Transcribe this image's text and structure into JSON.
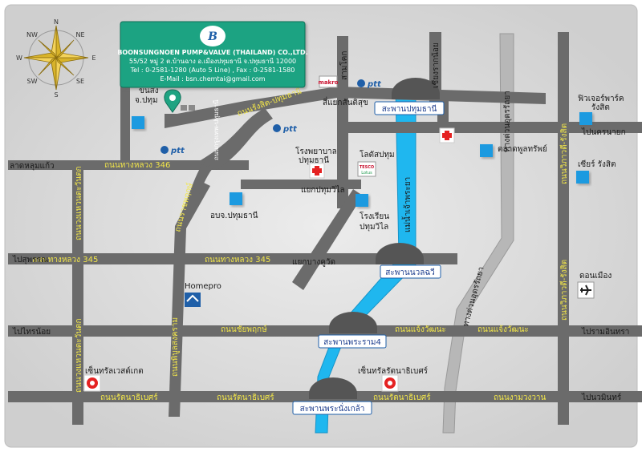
{
  "company": {
    "name": "BOONSUNGNOEN PUMP&VALVE (THAILAND) CO.,LTD.",
    "address": "55/52 หมู่ 2 ต.บ้านฉาง อ.เมืองปทุมธานี จ.ปทุมธานี 12000",
    "tel": "Tel : 0-2581-1280 (Auto 5 Line)   ,  Fax : 0-2581-1580",
    "email": "E-Mail : bsn.chemtai@gmail.com"
  },
  "compass": [
    "N",
    "NE",
    "E",
    "SE",
    "S",
    "SW",
    "W",
    "NW"
  ],
  "roads": {
    "r346": "ถนนทางหลวง 346",
    "r345_left": "ถนนทางหลวง 345",
    "r345_right": "ถนนทางหลวง 345",
    "rangsit_pathum": "ถนนรังสิต-ปทุมธานี",
    "rajapruek": "ถนนราชพฤกษ์",
    "chaiyapruek": "ถนนชัยพฤกษ์",
    "chaengwattana_1": "ถนนแจ้งวัฒนะ",
    "chaengwattana_2": "ถนนแจ้งวัฒนะ",
    "rattanathibet_1": "ถนนรัตนาธิเบศร์",
    "rattanathibet_2": "ถนนรัตนาธิเบศร์",
    "rattanathibet_3": "ถนนรัตนาธิเบศร์",
    "ngamwongwan": "ถนนงามวงวาน",
    "west_ring": "ถนนวงแหวนตะวันตก",
    "west_ring_2": "ถนนวงแหวนตะวันตก",
    "phibun": "ถนนพิบูลสงคราม",
    "vibhavadi_1": "ถนนวิภาวดี-รังสิต",
    "vibhavadi_2": "ถนนวิภาวดี-รังสิต",
    "udonrattaya_1": "ทางด่วนอุดรรัถยา",
    "udonrattaya_2": "ทางด่วนอุดรรัถยา",
    "river": "แม่น้ำเจ้าพระยา",
    "soi_top": "ถนนกรุงเทพ-ปทุมธานี"
  },
  "bridges": {
    "pathumthani": "สะพานปทุมธานี",
    "nonthaburi": "สะพานนวลฉวี",
    "rama4": "สะพานพระราม4",
    "nangklao": "สะพานพระนั่งเกล้า"
  },
  "places": {
    "bangkhen_tl": "ลาดหลุมแก้ว",
    "to_suphan": "ไปสุพรรณ",
    "to_sainoi": "ไปไทรน้อย",
    "to_bangpa": "ไปนครนายก",
    "to_ramintra": "ไปรามอินทรา",
    "to_min": "ไปนวมินทร์",
    "transport": "ขนส่ง\nจ.ปทุม",
    "transport_1": "ขนส่ง",
    "transport_2": "จ.ปทุม",
    "hospital_1": "โรงพยาบาล",
    "hospital_2": "ปทุมธานี",
    "lotus": "โลตัสปทุม",
    "obj": "อบจ.ปทุมธานี",
    "school_1": "โรงเรียน",
    "school_2": "ปทุมวิไล",
    "market": "ตลาดพูลทรัพย์",
    "future_1": "ฟิวเจอร์พาร์ค",
    "future_2": "รังสิต",
    "zeer": "เซียร์ รังสิต",
    "donmuang": "ดอนเมือง",
    "homepro": "Homepro",
    "central_west": "เซ็นทรัลเวสต์เกต",
    "central_rattana": "เซ็นทรัลรัตนาธิเบศร์",
    "pathumwilai_jct": "แยกปทุมวิไล",
    "bangkhuwat": "แยกบางคูวัด",
    "sansuk": "สี่แยกสันติสุข",
    "samkok": "สามโคก",
    "chiangrak": "เชียงรากน้อย",
    "makro": "makro",
    "ptt": "ptt",
    "tesco": "TESCO Lotus"
  },
  "colors": {
    "background": "#d5d5d5",
    "road": "#6b6b6b",
    "road_label": "#f2e64a",
    "river": "#1fb7ef",
    "expressway": "#b3b3b3",
    "place_marker": "#1f9ae0",
    "company_box": "#1fa382"
  }
}
